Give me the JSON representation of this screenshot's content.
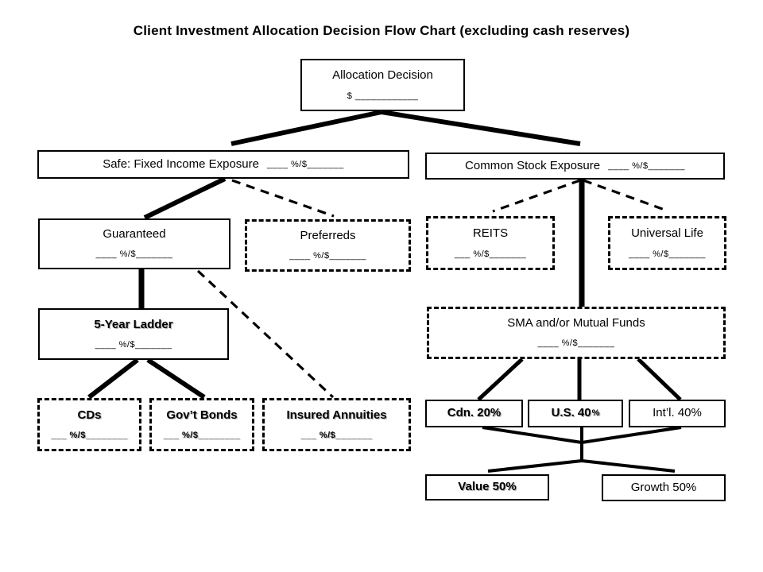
{
  "title": "Client Investment Allocation Decision Flow Chart (excluding cash reserves)",
  "colors": {
    "background": "#ffffff",
    "line": "#000000",
    "text": "#000000",
    "bold_shadow": "#b5b5b5"
  },
  "nodes": {
    "allocation": {
      "label": "Allocation Decision",
      "blank": "$ ____________"
    },
    "safe": {
      "label": "Safe: Fixed Income Exposure",
      "blank": "____ %/$_______"
    },
    "common": {
      "label": "Common Stock Exposure",
      "blank": "____ %/$_______"
    },
    "guaranteed": {
      "label": "Guaranteed",
      "blank": "____ %/$_______"
    },
    "preferreds": {
      "label": "Preferreds",
      "blank": "____ %/$_______"
    },
    "reits": {
      "label": "REITS",
      "blank": "___ %/$_______"
    },
    "universal_life": {
      "label": "Universal Life",
      "blank": "____ %/$_______"
    },
    "five_year_ladder": {
      "label": "5-Year Ladder",
      "blank": "____ %/$_______"
    },
    "sma": {
      "label": "SMA and/or Mutual Funds",
      "blank": "____ %/$_______"
    },
    "cds": {
      "label": "CDs",
      "blank": "___ %/$________"
    },
    "govt_bonds": {
      "label": "Gov’t Bonds",
      "blank": "___ %/$________"
    },
    "insured_annuities": {
      "label": "Insured Annuities",
      "blank": "___ %/$_______"
    },
    "cdn": {
      "label": "Cdn. 20%"
    },
    "us": {
      "label": "U.S. 40",
      "pct": "%"
    },
    "intl": {
      "label": "Int’l. 40%"
    },
    "value": {
      "label": "Value 50%"
    },
    "growth": {
      "label": "Growth 50%"
    }
  },
  "edges": [
    {
      "from": "allocation",
      "to": "safe",
      "style": "solid"
    },
    {
      "from": "allocation",
      "to": "common",
      "style": "solid"
    },
    {
      "from": "safe",
      "to": "guaranteed",
      "style": "solid"
    },
    {
      "from": "safe",
      "to": "preferreds",
      "style": "dashed"
    },
    {
      "from": "guaranteed",
      "to": "five_year_ladder",
      "style": "solid"
    },
    {
      "from": "guaranteed",
      "to": "insured_annuities",
      "style": "dashed"
    },
    {
      "from": "five_year_ladder",
      "to": "cds",
      "style": "solid"
    },
    {
      "from": "five_year_ladder",
      "to": "govt_bonds",
      "style": "solid"
    },
    {
      "from": "common",
      "to": "reits",
      "style": "dashed"
    },
    {
      "from": "common",
      "to": "universal_life",
      "style": "dashed"
    },
    {
      "from": "common",
      "to": "sma",
      "style": "solid"
    },
    {
      "from": "sma",
      "to": "cdn",
      "style": "solid"
    },
    {
      "from": "sma",
      "to": "us",
      "style": "solid"
    },
    {
      "from": "sma",
      "to": "intl",
      "style": "solid"
    },
    {
      "from": "cdn",
      "to": "value_growth_junction",
      "style": "solid"
    },
    {
      "from": "us",
      "to": "value_growth_junction",
      "style": "solid"
    },
    {
      "from": "intl",
      "to": "value_growth_junction",
      "style": "solid"
    },
    {
      "from": "value_growth_junction",
      "to": "value",
      "style": "solid"
    },
    {
      "from": "value_growth_junction",
      "to": "growth",
      "style": "solid"
    }
  ]
}
